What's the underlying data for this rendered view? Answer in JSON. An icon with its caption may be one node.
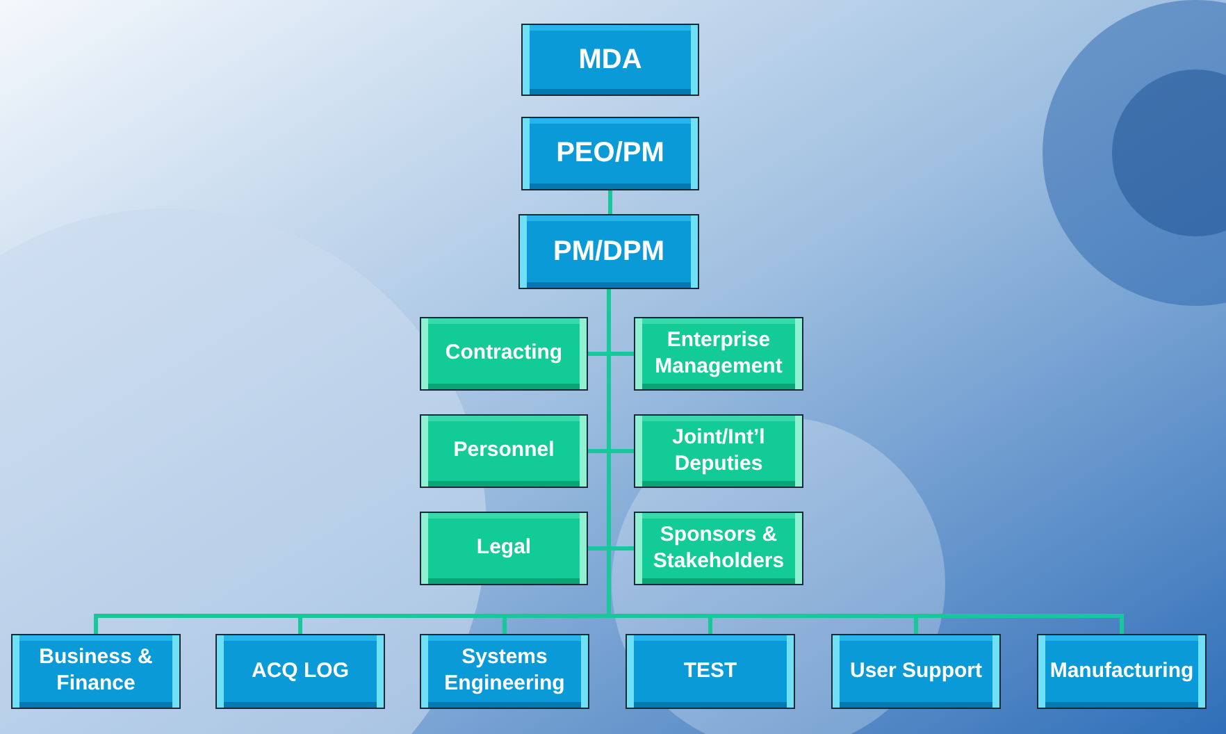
{
  "diagram": {
    "nodes": [
      {
        "text": [
          "MDA"
        ]
      },
      {
        "text": [
          "PEO/PM"
        ]
      },
      {
        "text": [
          "PM/DPM"
        ]
      },
      {
        "text": [
          "Contracting"
        ]
      },
      {
        "text": [
          "Enterprise Management"
        ]
      },
      {
        "text": [
          "Personnel"
        ]
      },
      {
        "text": [
          "Joint/Int’l Deputies"
        ]
      },
      {
        "text": [
          "Legal"
        ]
      },
      {
        "text": [
          "Sponsors & Stakeholders"
        ]
      },
      {
        "text": [
          "Business & Finance"
        ]
      },
      {
        "text": [
          "ACQ LOG"
        ]
      },
      {
        "text": [
          "Systems Engineering"
        ]
      },
      {
        "text": [
          "TEST"
        ]
      },
      {
        "text": [
          "User Support"
        ]
      },
      {
        "text": [
          "Manufacturing"
        ]
      }
    ],
    "edges": [
      {
        "from": 1,
        "to": 2,
        "arrow": "none"
      },
      {
        "from": 2,
        "to": 3,
        "arrow": "none"
      },
      {
        "from": 2,
        "to": 4,
        "arrow": "none"
      },
      {
        "from": 2,
        "to": 5,
        "arrow": "none"
      },
      {
        "from": 2,
        "to": 6,
        "arrow": "none"
      },
      {
        "from": 2,
        "to": 7,
        "arrow": "none"
      },
      {
        "from": 2,
        "to": 8,
        "arrow": "none"
      },
      {
        "from": 2,
        "to": 9,
        "arrow": "none"
      },
      {
        "from": 2,
        "to": 10,
        "arrow": "none"
      },
      {
        "from": 2,
        "to": 11,
        "arrow": "none"
      },
      {
        "from": 2,
        "to": 12,
        "arrow": "none"
      },
      {
        "from": 2,
        "to": 13,
        "arrow": "none"
      },
      {
        "from": 2,
        "to": 14,
        "arrow": "none"
      }
    ]
  }
}
